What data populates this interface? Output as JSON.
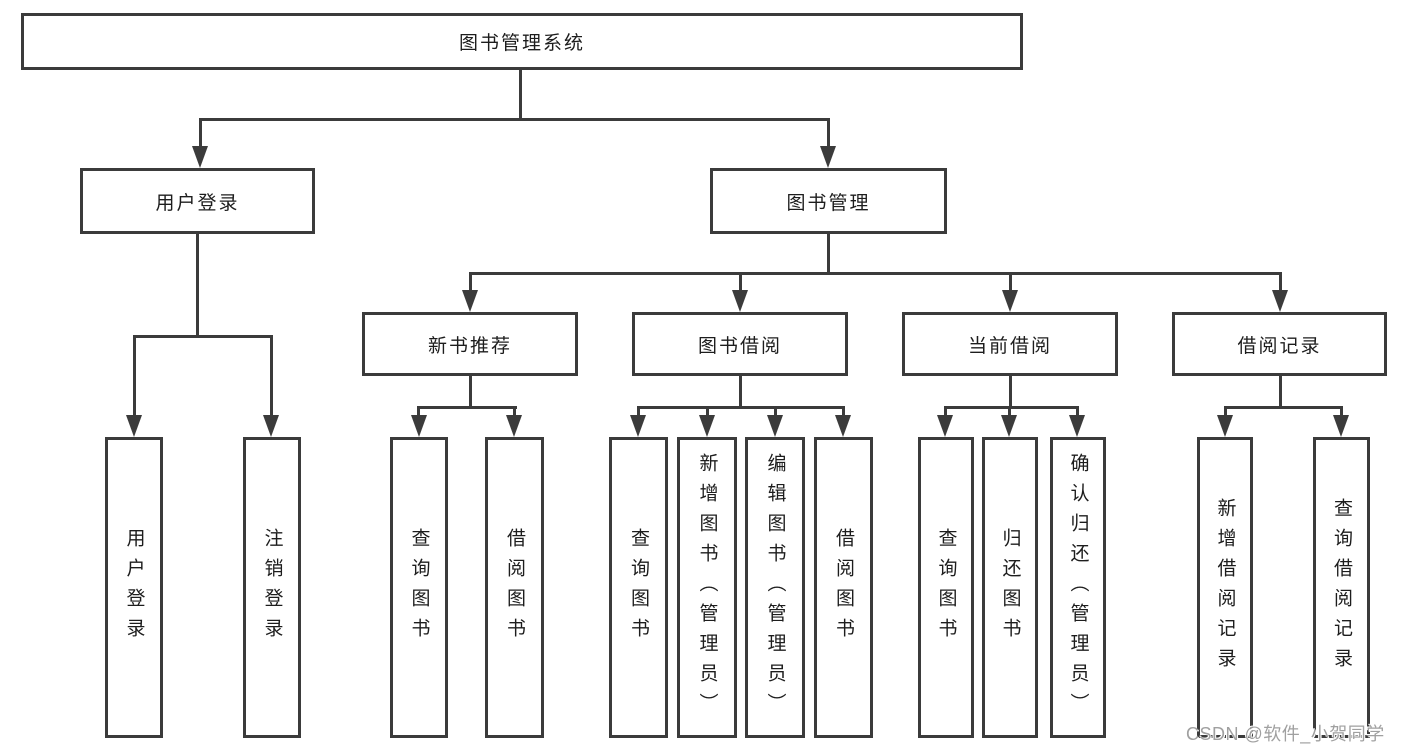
{
  "diagram_title": "图书管理系统",
  "tree": {
    "label": "图书管理系统",
    "children": [
      {
        "label": "用户登录",
        "children": [
          {
            "label": "用户登录"
          },
          {
            "label": "注销登录"
          }
        ]
      },
      {
        "label": "图书管理",
        "children": [
          {
            "label": "新书推荐",
            "children": [
              {
                "label": "查询图书"
              },
              {
                "label": "借阅图书"
              }
            ]
          },
          {
            "label": "图书借阅",
            "children": [
              {
                "label": "查询图书"
              },
              {
                "label": "新增图书（管理员）"
              },
              {
                "label": "编辑图书（管理员）"
              },
              {
                "label": "借阅图书"
              }
            ]
          },
          {
            "label": "当前借阅",
            "children": [
              {
                "label": "查询图书"
              },
              {
                "label": "归还图书"
              },
              {
                "label": "确认归还（管理员）"
              }
            ]
          },
          {
            "label": "借阅记录",
            "children": [
              {
                "label": "新增借阅记录"
              },
              {
                "label": "查询借阅记录"
              }
            ]
          }
        ]
      }
    ]
  },
  "watermark": {
    "text": "CSDN @软件_小贺同学"
  },
  "colors": {
    "line": "#3b3b3b",
    "text": "#1d1d1d",
    "background": "#ffffff",
    "watermark": "#a0a0a0"
  }
}
